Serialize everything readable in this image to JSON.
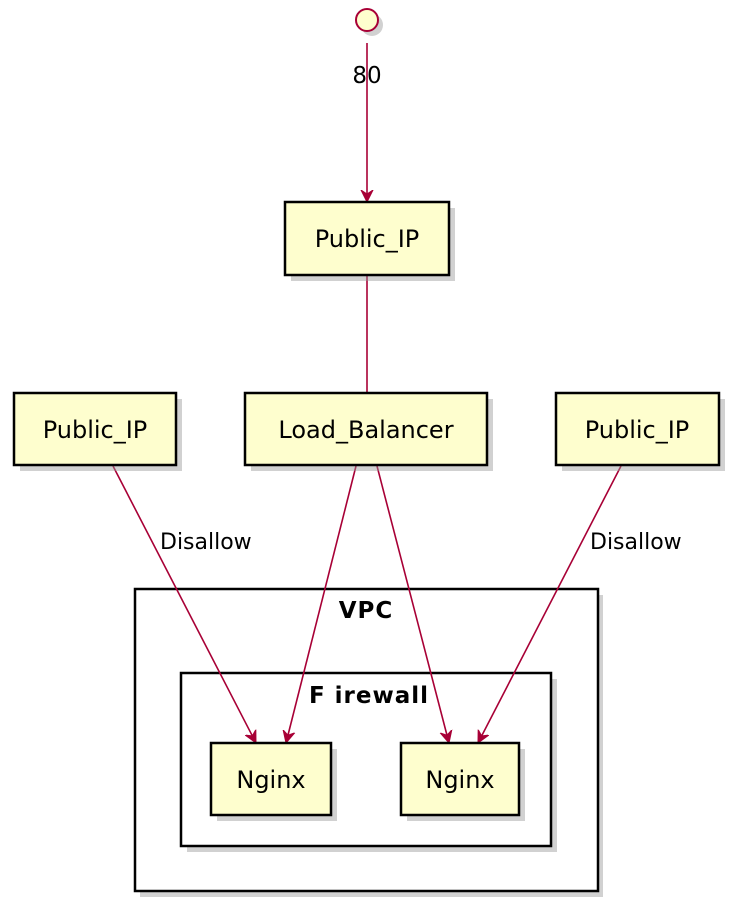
{
  "interface": {
    "label": "80"
  },
  "nodes": {
    "public_ip_top": {
      "label": "Public_IP"
    },
    "public_ip_left": {
      "label": "Public_IP"
    },
    "load_balancer": {
      "label": "Load_Balancer"
    },
    "public_ip_right": {
      "label": "Public_IP"
    },
    "nginx_left": {
      "label": "Nginx"
    },
    "nginx_right": {
      "label": "Nginx"
    }
  },
  "containers": {
    "vpc": {
      "label": "VPC"
    },
    "firewall": {
      "label": "F irewall"
    }
  },
  "edge_labels": {
    "left_disallow": "Disallow",
    "right_disallow": "Disallow"
  },
  "colors": {
    "node_fill": "#fefece",
    "edge": "#a80036",
    "border": "#000000"
  }
}
